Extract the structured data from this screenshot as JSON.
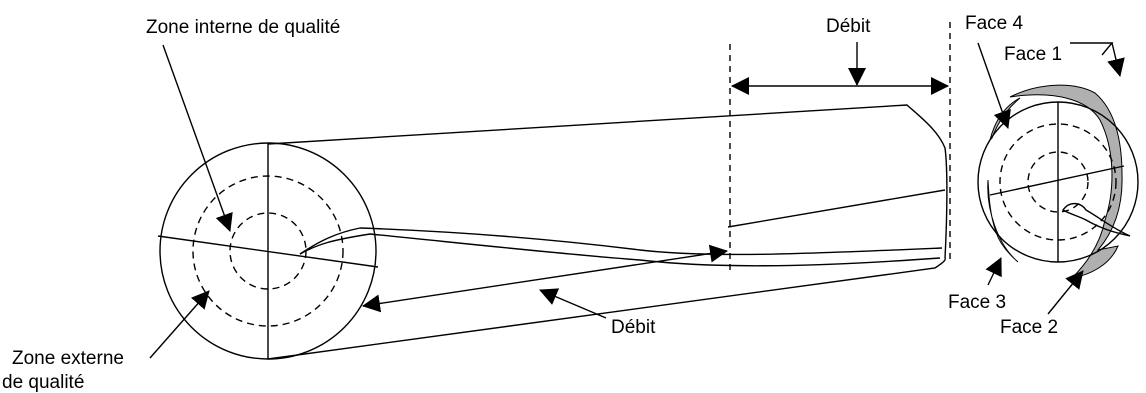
{
  "labels": {
    "zone_interne": "Zone interne de qualité",
    "zone_externe_line1": "Zone externe",
    "zone_externe_line2": "de qualité",
    "debit_top": "Débit",
    "debit_bottom": "Débit",
    "face1": "Face 1",
    "face2": "Face 2",
    "face3": "Face 3",
    "face4": "Face 4"
  },
  "colors": {
    "line": "#000000",
    "face_shading": "#b0b0b0",
    "background": "#ffffff"
  }
}
